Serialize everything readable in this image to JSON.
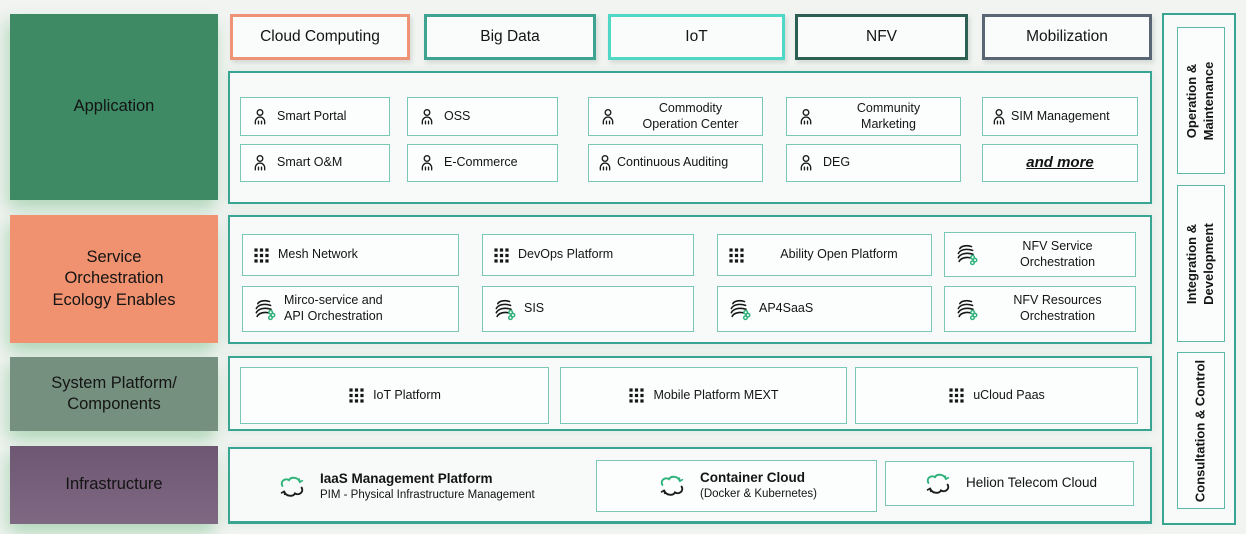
{
  "left_rows": [
    {
      "label": "Application",
      "bg": "#3E8A65"
    },
    {
      "label": "Service\nOrchestration\nEcology Enables",
      "bg": "#F0916F"
    },
    {
      "label": "System Platform/\nComponents",
      "bg": "#75907F"
    },
    {
      "label": "Infrastructure",
      "bg": "#745C77"
    }
  ],
  "categories": [
    {
      "label": "Cloud Computing",
      "border": "#EE9375"
    },
    {
      "label": "Big Data",
      "border": "#3EA390"
    },
    {
      "label": "IoT",
      "border": "#4FD8C6"
    },
    {
      "label": "NFV",
      "border": "#2D6052"
    },
    {
      "label": "Mobilization",
      "border": "#5A6673"
    }
  ],
  "application": {
    "items": [
      {
        "label": "Smart Portal",
        "icon": "person-icon"
      },
      {
        "label": "OSS",
        "icon": "person-icon"
      },
      {
        "label": "Commodity\nOperation Center",
        "icon": "person-icon"
      },
      {
        "label": "Community\nMarketing",
        "icon": "person-icon"
      },
      {
        "label": "SIM Management",
        "icon": "person-icon"
      },
      {
        "label": "Smart O&M",
        "icon": "person-icon"
      },
      {
        "label": "E-Commerce",
        "icon": "person-icon"
      },
      {
        "label": "Continuous Auditing",
        "icon": "person-icon"
      },
      {
        "label": "DEG",
        "icon": "person-icon"
      },
      {
        "label": "and more",
        "icon": null
      }
    ]
  },
  "service": {
    "items": [
      {
        "label": "Mesh Network",
        "icon": "grid-icon"
      },
      {
        "label": "DevOps Platform",
        "icon": "grid-icon"
      },
      {
        "label": "Ability Open Platform",
        "icon": "grid-icon"
      },
      {
        "label": "NFV Service\nOrchestration",
        "icon": "orchestration-icon"
      },
      {
        "label": "Mirco-service and\nAPI Orchestration",
        "icon": "orchestration-icon"
      },
      {
        "label": "SIS",
        "icon": "orchestration-icon"
      },
      {
        "label": "AP4SaaS",
        "icon": "orchestration-icon"
      },
      {
        "label": "NFV Resources\nOrchestration",
        "icon": "orchestration-icon"
      }
    ]
  },
  "system": {
    "items": [
      {
        "label": "IoT Platform",
        "icon": "grid-icon"
      },
      {
        "label": "Mobile Platform MEXT",
        "icon": "grid-icon"
      },
      {
        "label": "uCloud Paas",
        "icon": "grid-icon"
      }
    ]
  },
  "infrastructure": {
    "items": [
      {
        "title": "IaaS Management Platform",
        "subtitle": "PIM - Physical Infrastructure Management",
        "icon": "cloud-sync-icon"
      },
      {
        "title": "Container Cloud",
        "subtitle": "(Docker & Kubernetes)",
        "icon": "cloud-sync-icon"
      },
      {
        "title": "Helion Telecom Cloud",
        "subtitle": "",
        "icon": "cloud-sync-icon"
      }
    ]
  },
  "right_rows": [
    {
      "label": "Operation &\nMaintenance"
    },
    {
      "label": "Integration &\nDevelopment"
    },
    {
      "label": "Consultation & Control"
    }
  ],
  "colors": {
    "panel_border": "#3AA492",
    "item_border": "#79C7B5",
    "accent_green": "#2EB27A",
    "background": "#F2F4F2"
  }
}
